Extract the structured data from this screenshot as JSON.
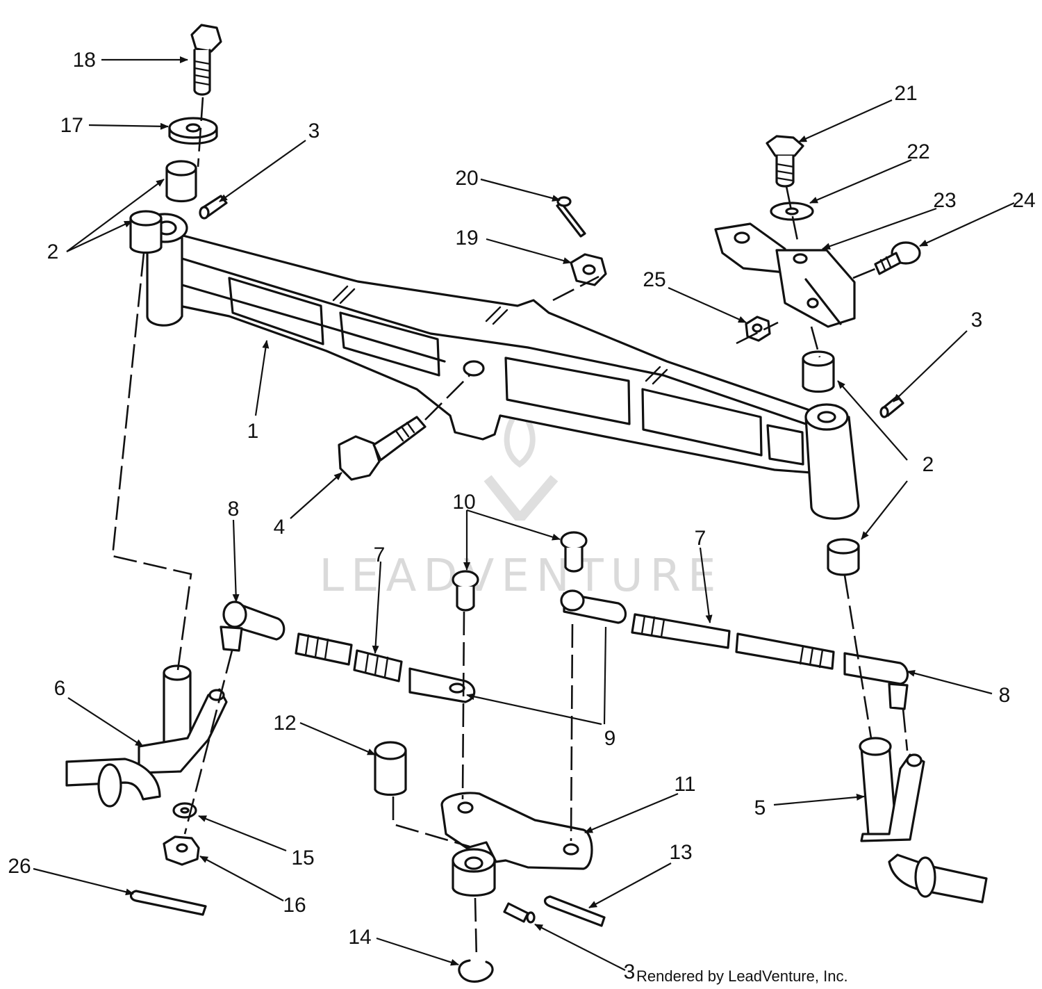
{
  "diagram": {
    "callouts": [
      "18",
      "17",
      "3",
      "2",
      "21",
      "22",
      "23",
      "24",
      "20",
      "19",
      "25",
      "3",
      "1",
      "2",
      "4",
      "10",
      "8",
      "7",
      "7",
      "6",
      "8",
      "12",
      "9",
      "11",
      "5",
      "15",
      "13",
      "16",
      "26",
      "14",
      "3"
    ],
    "credit": "Rendered by LeadVenture, Inc.",
    "watermark": "LEADVENTURE"
  }
}
